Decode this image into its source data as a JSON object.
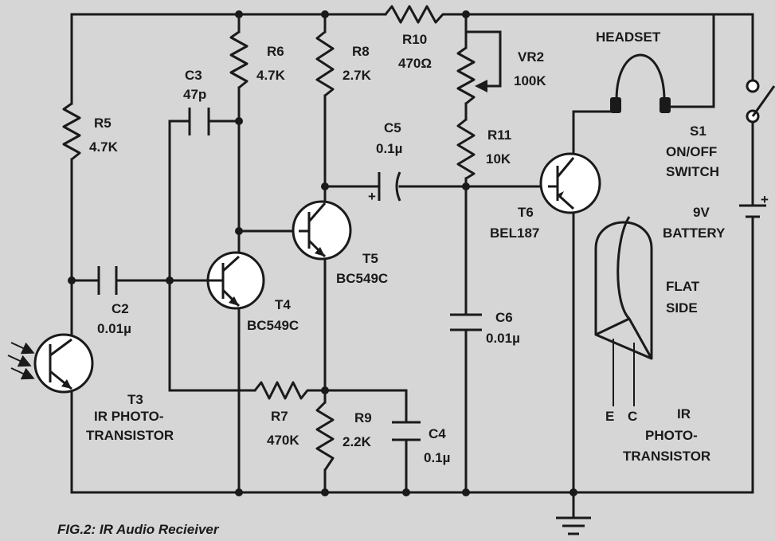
{
  "colors": {
    "background": "#d6d6d6",
    "ink": "#1a1a1a",
    "component_fill": "#ffffff"
  },
  "caption": "FIG.2: IR Audio Recieiver",
  "components": {
    "R5": {
      "ref": "R5",
      "value": "4.7K"
    },
    "R6": {
      "ref": "R6",
      "value": "4.7K"
    },
    "R7": {
      "ref": "R7",
      "value": "470K"
    },
    "R8": {
      "ref": "R8",
      "value": "2.7K"
    },
    "R9": {
      "ref": "R9",
      "value": "2.2K"
    },
    "R10": {
      "ref": "R10",
      "value": "470Ω"
    },
    "R11": {
      "ref": "R11",
      "value": "10K"
    },
    "VR2": {
      "ref": "VR2",
      "value": "100K"
    },
    "C2": {
      "ref": "C2",
      "value": "0.01µ"
    },
    "C3": {
      "ref": "C3",
      "value": "47p"
    },
    "C4": {
      "ref": "C4",
      "value": "0.1µ"
    },
    "C5": {
      "ref": "C5",
      "value": "0.1µ"
    },
    "C6": {
      "ref": "C6",
      "value": "0.01µ"
    },
    "T3": {
      "ref": "T3",
      "desc_line1": "IR PHOTO-",
      "desc_line2": "TRANSISTOR"
    },
    "T4": {
      "ref": "T4",
      "value": "BC549C"
    },
    "T5": {
      "ref": "T5",
      "value": "BC549C"
    },
    "T6": {
      "ref": "T6",
      "value": "BEL187"
    },
    "S1": {
      "ref": "S1",
      "desc_line1": "ON/OFF",
      "desc_line2": "SWITCH"
    },
    "battery": {
      "value": "9V",
      "desc": "BATTERY"
    },
    "headset": {
      "label": "HEADSET"
    }
  },
  "pinout": {
    "flat_side_line1": "FLAT",
    "flat_side_line2": "SIDE",
    "pin_e": "E",
    "pin_c": "C",
    "title_line1": "IR",
    "title_line2": "PHOTO-",
    "title_line3": "TRANSISTOR"
  },
  "polarity": {
    "plus": "+"
  }
}
